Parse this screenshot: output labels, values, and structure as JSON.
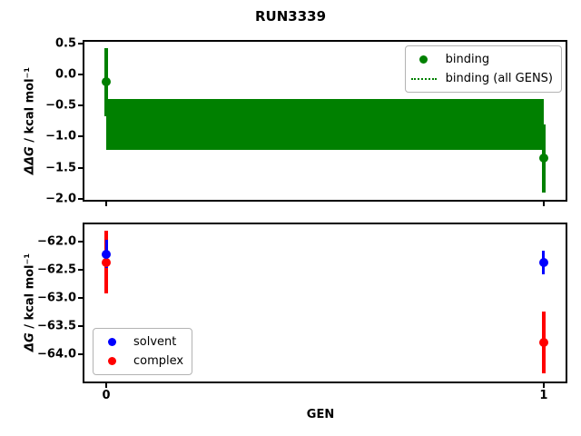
{
  "chart_data": [
    {
      "type": "scatter",
      "title": "RUN3339",
      "ylabel": "ΔΔG / kcal mol⁻¹",
      "ylabel_parts": [
        "ΔΔG",
        " / kcal mol⁻¹"
      ],
      "xlim": [
        -0.05,
        1.05
      ],
      "ylim": [
        -2.02,
        0.53
      ],
      "x": [
        0,
        1
      ],
      "xticks": [
        0,
        1
      ],
      "xticklabels": [
        "",
        ""
      ],
      "yticks": [
        0.5,
        0.0,
        -0.5,
        -1.0,
        -1.5,
        -2.0
      ],
      "yticklabels": [
        "0.5",
        "0.0",
        "−0.5",
        "−1.0",
        "−1.5",
        "−2.0"
      ],
      "grid": false,
      "legend_position": "upper right",
      "series": [
        {
          "name": "binding",
          "marker": "circle",
          "color": "#008000",
          "values": [
            -0.12,
            -1.35
          ],
          "errors": [
            0.55,
            0.55
          ]
        }
      ],
      "band": {
        "name": "binding (all GENS)",
        "style": "dotted",
        "color": "#008000",
        "x": [
          0,
          1
        ],
        "low": -1.22,
        "high": -0.4
      }
    },
    {
      "type": "scatter",
      "ylabel": "ΔG / kcal mol⁻¹",
      "ylabel_parts": [
        "ΔG",
        " / kcal mol⁻¹"
      ],
      "xlabel": "GEN",
      "xlim": [
        -0.05,
        1.05
      ],
      "ylim": [
        -64.49,
        -61.7
      ],
      "x": [
        0,
        1
      ],
      "xticks": [
        0,
        1
      ],
      "xticklabels": [
        "0",
        "1"
      ],
      "yticks": [
        -62.0,
        -62.5,
        -63.0,
        -63.5,
        -64.0
      ],
      "yticklabels": [
        "−62.0",
        "−62.5",
        "−63.0",
        "−63.5",
        "−64.0"
      ],
      "grid": false,
      "legend_position": "lower left",
      "series": [
        {
          "name": "solvent",
          "marker": "circle",
          "color": "#0000ff",
          "values": [
            -62.23,
            -62.37
          ],
          "errors": [
            0.25,
            0.21
          ]
        },
        {
          "name": "complex",
          "marker": "circle",
          "color": "#ff0000",
          "values": [
            -62.37,
            -63.8
          ],
          "errors": [
            0.55,
            0.55
          ]
        }
      ]
    }
  ]
}
